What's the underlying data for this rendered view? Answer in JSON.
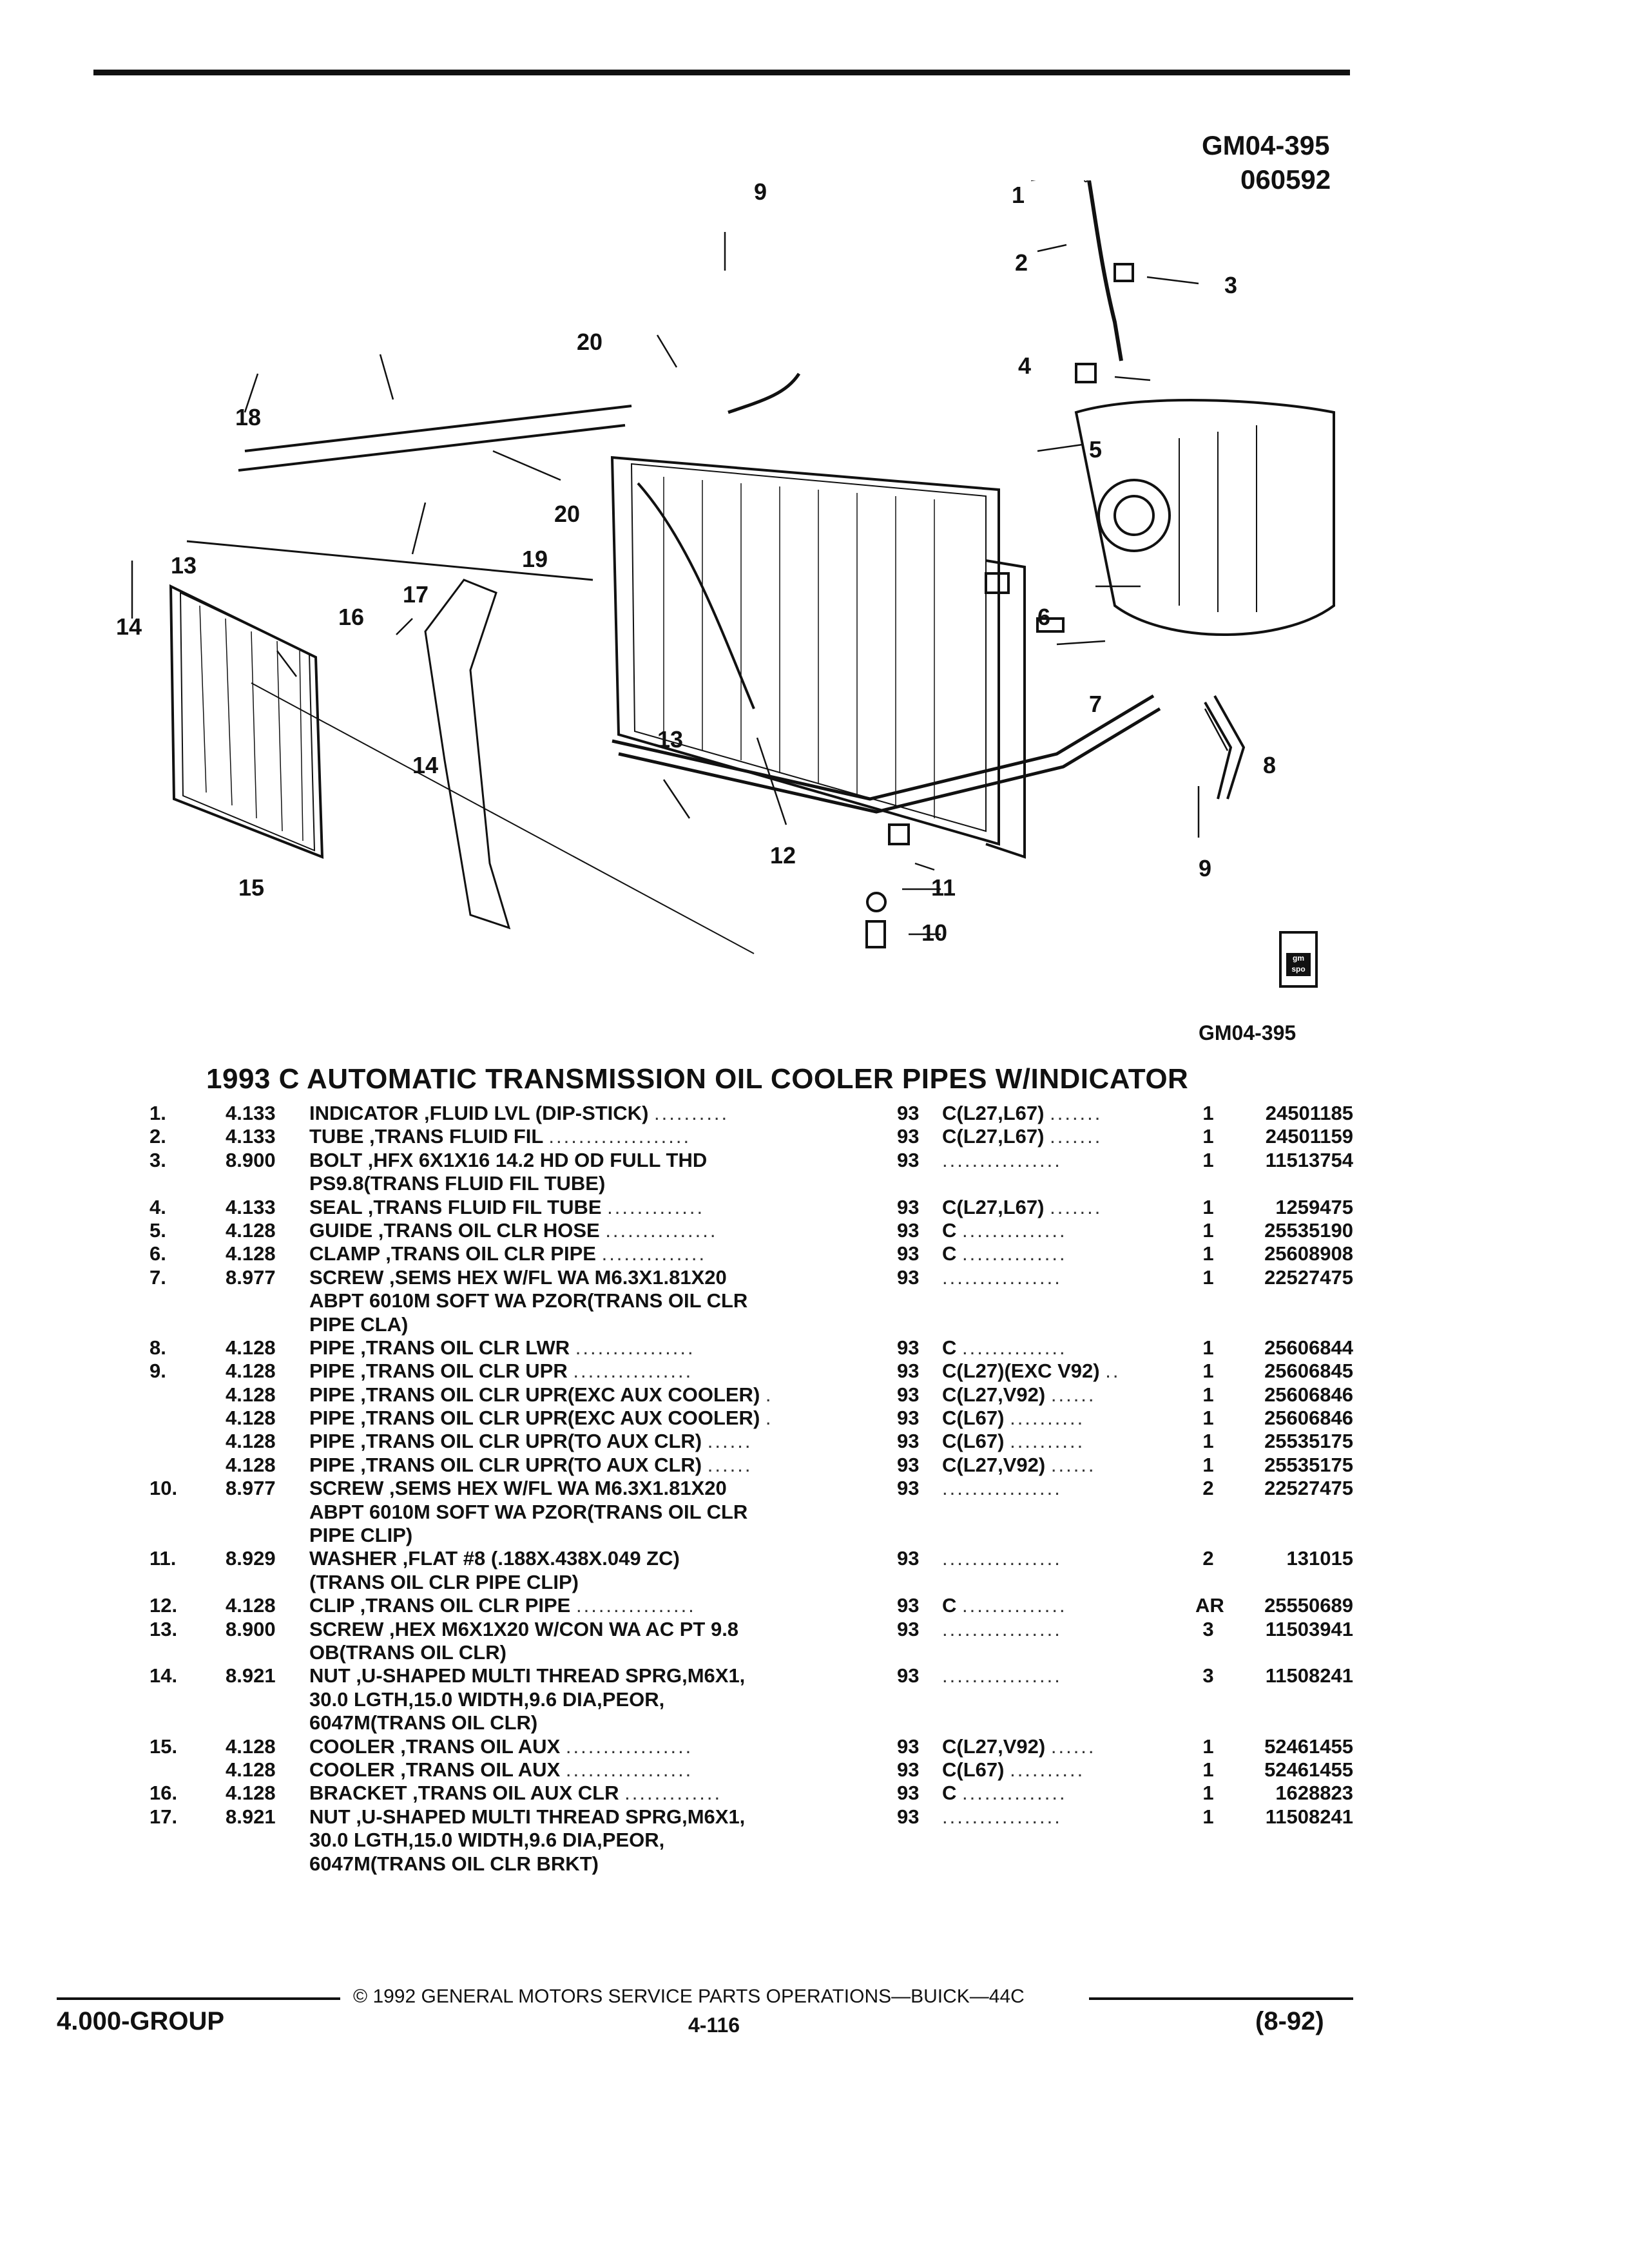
{
  "header": {
    "illustration_code": "GM04-395",
    "illustration_date": "060592",
    "illustration_code_bottom": "GM04-395",
    "stamp_text": "gm spo"
  },
  "callouts": [
    "1",
    "2",
    "3",
    "4",
    "5",
    "6",
    "7",
    "8",
    "9",
    "9",
    "10",
    "11",
    "12",
    "13",
    "13",
    "14",
    "14",
    "15",
    "16",
    "17",
    "18",
    "19",
    "20",
    "20"
  ],
  "title": "1993 C AUTOMATIC TRANSMISSION OIL COOLER PIPES W/INDICATOR",
  "parts": [
    {
      "num": "1.",
      "group": "4.133",
      "desc": "INDICATOR ,FLUID LVL (DIP-STICK)",
      "dots": "..........",
      "year": "93",
      "usage": "C(L27,L67)",
      "udots": ".......",
      "qty": "1",
      "part": "24501185"
    },
    {
      "num": "2.",
      "group": "4.133",
      "desc": "TUBE ,TRANS FLUID FIL",
      "dots": "...................",
      "year": "93",
      "usage": "C(L27,L67)",
      "udots": ".......",
      "qty": "1",
      "part": "24501159"
    },
    {
      "num": "3.",
      "group": "8.900",
      "desc": "BOLT ,HFX 6X1X16 14.2 HD OD FULL THD",
      "dots": "",
      "year": "93",
      "usage": "",
      "udots": "................",
      "qty": "1",
      "part": "11513754"
    },
    {
      "num": "",
      "group": "",
      "desc": "PS9.8(TRANS FLUID FIL TUBE)",
      "dots": "",
      "year": "",
      "usage": "",
      "udots": "",
      "qty": "",
      "part": ""
    },
    {
      "num": "4.",
      "group": "4.133",
      "desc": "SEAL ,TRANS FLUID FIL TUBE",
      "dots": ".............",
      "year": "93",
      "usage": "C(L27,L67)",
      "udots": ".......",
      "qty": "1",
      "part": "1259475"
    },
    {
      "num": "5.",
      "group": "4.128",
      "desc": "GUIDE ,TRANS OIL CLR HOSE",
      "dots": "...............",
      "year": "93",
      "usage": "C",
      "udots": "..............",
      "qty": "1",
      "part": "25535190"
    },
    {
      "num": "6.",
      "group": "4.128",
      "desc": "CLAMP ,TRANS OIL CLR PIPE",
      "dots": "..............",
      "year": "93",
      "usage": "C",
      "udots": "..............",
      "qty": "1",
      "part": "25608908"
    },
    {
      "num": "7.",
      "group": "8.977",
      "desc": "SCREW ,SEMS HEX W/FL WA M6.3X1.81X20",
      "dots": "",
      "year": "93",
      "usage": "",
      "udots": "................",
      "qty": "1",
      "part": "22527475"
    },
    {
      "num": "",
      "group": "",
      "desc": "ABPT 6010M SOFT WA PZOR(TRANS OIL CLR",
      "dots": "",
      "year": "",
      "usage": "",
      "udots": "",
      "qty": "",
      "part": ""
    },
    {
      "num": "",
      "group": "",
      "desc": "PIPE CLA)",
      "dots": "",
      "year": "",
      "usage": "",
      "udots": "",
      "qty": "",
      "part": ""
    },
    {
      "num": "8.",
      "group": "4.128",
      "desc": "PIPE ,TRANS OIL CLR LWR",
      "dots": "................",
      "year": "93",
      "usage": "C",
      "udots": "..............",
      "qty": "1",
      "part": "25606844"
    },
    {
      "num": "9.",
      "group": "4.128",
      "desc": "PIPE ,TRANS OIL CLR UPR",
      "dots": "................",
      "year": "93",
      "usage": "C(L27)(EXC V92)",
      "udots": "..",
      "qty": "1",
      "part": "25606845"
    },
    {
      "num": "",
      "group": "4.128",
      "desc": "PIPE ,TRANS OIL CLR UPR(EXC AUX COOLER)",
      "dots": ".",
      "year": "93",
      "usage": "C(L27,V92)",
      "udots": "......",
      "qty": "1",
      "part": "25606846"
    },
    {
      "num": "",
      "group": "4.128",
      "desc": "PIPE ,TRANS OIL CLR UPR(EXC AUX COOLER)",
      "dots": ".",
      "year": "93",
      "usage": "C(L67)",
      "udots": "..........",
      "qty": "1",
      "part": "25606846"
    },
    {
      "num": "",
      "group": "4.128",
      "desc": "PIPE ,TRANS OIL CLR UPR(TO AUX CLR)",
      "dots": "......",
      "year": "93",
      "usage": "C(L67)",
      "udots": "..........",
      "qty": "1",
      "part": "25535175"
    },
    {
      "num": "",
      "group": "4.128",
      "desc": "PIPE ,TRANS OIL CLR UPR(TO AUX CLR)",
      "dots": "......",
      "year": "93",
      "usage": "C(L27,V92)",
      "udots": "......",
      "qty": "1",
      "part": "25535175"
    },
    {
      "num": "10.",
      "group": "8.977",
      "desc": "SCREW ,SEMS HEX W/FL WA M6.3X1.81X20",
      "dots": "",
      "year": "93",
      "usage": "",
      "udots": "................",
      "qty": "2",
      "part": "22527475"
    },
    {
      "num": "",
      "group": "",
      "desc": "ABPT 6010M SOFT WA PZOR(TRANS OIL CLR",
      "dots": "",
      "year": "",
      "usage": "",
      "udots": "",
      "qty": "",
      "part": ""
    },
    {
      "num": "",
      "group": "",
      "desc": "PIPE CLIP)",
      "dots": "",
      "year": "",
      "usage": "",
      "udots": "",
      "qty": "",
      "part": ""
    },
    {
      "num": "11.",
      "group": "8.929",
      "desc": "WASHER ,FLAT #8 (.188X.438X.049 ZC)",
      "dots": "",
      "year": "93",
      "usage": "",
      "udots": "................",
      "qty": "2",
      "part": "131015"
    },
    {
      "num": "",
      "group": "",
      "desc": "(TRANS OIL CLR PIPE CLIP)",
      "dots": "",
      "year": "",
      "usage": "",
      "udots": "",
      "qty": "",
      "part": ""
    },
    {
      "num": "12.",
      "group": "4.128",
      "desc": "CLIP ,TRANS OIL CLR PIPE",
      "dots": "................",
      "year": "93",
      "usage": "C",
      "udots": "..............",
      "qty": "AR",
      "part": "25550689"
    },
    {
      "num": "13.",
      "group": "8.900",
      "desc": "SCREW ,HEX M6X1X20 W/CON WA AC PT 9.8",
      "dots": "",
      "year": "93",
      "usage": "",
      "udots": "................",
      "qty": "3",
      "part": "11503941"
    },
    {
      "num": "",
      "group": "",
      "desc": "OB(TRANS OIL CLR)",
      "dots": "",
      "year": "",
      "usage": "",
      "udots": "",
      "qty": "",
      "part": ""
    },
    {
      "num": "14.",
      "group": "8.921",
      "desc": "NUT ,U-SHAPED MULTI THREAD SPRG,M6X1,",
      "dots": "",
      "year": "93",
      "usage": "",
      "udots": "................",
      "qty": "3",
      "part": "11508241"
    },
    {
      "num": "",
      "group": "",
      "desc": "30.0 LGTH,15.0 WIDTH,9.6 DIA,PEOR,",
      "dots": "",
      "year": "",
      "usage": "",
      "udots": "",
      "qty": "",
      "part": ""
    },
    {
      "num": "",
      "group": "",
      "desc": "6047M(TRANS OIL CLR)",
      "dots": "",
      "year": "",
      "usage": "",
      "udots": "",
      "qty": "",
      "part": ""
    },
    {
      "num": "15.",
      "group": "4.128",
      "desc": "COOLER ,TRANS OIL AUX",
      "dots": ".................",
      "year": "93",
      "usage": "C(L27,V92)",
      "udots": "......",
      "qty": "1",
      "part": "52461455"
    },
    {
      "num": "",
      "group": "4.128",
      "desc": "COOLER ,TRANS OIL AUX",
      "dots": ".................",
      "year": "93",
      "usage": "C(L67)",
      "udots": "..........",
      "qty": "1",
      "part": "52461455"
    },
    {
      "num": "16.",
      "group": "4.128",
      "desc": "BRACKET ,TRANS OIL AUX CLR",
      "dots": ".............",
      "year": "93",
      "usage": "C",
      "udots": "..............",
      "qty": "1",
      "part": "1628823"
    },
    {
      "num": "17.",
      "group": "8.921",
      "desc": "NUT ,U-SHAPED MULTI THREAD SPRG,M6X1,",
      "dots": "",
      "year": "93",
      "usage": "",
      "udots": "................",
      "qty": "1",
      "part": "11508241"
    },
    {
      "num": "",
      "group": "",
      "desc": "30.0 LGTH,15.0 WIDTH,9.6 DIA,PEOR,",
      "dots": "",
      "year": "",
      "usage": "",
      "udots": "",
      "qty": "",
      "part": ""
    },
    {
      "num": "",
      "group": "",
      "desc": "6047M(TRANS OIL CLR BRKT)",
      "dots": "",
      "year": "",
      "usage": "",
      "udots": "",
      "qty": "",
      "part": ""
    }
  ],
  "footer": {
    "copyright": "©  1992  GENERAL MOTORS SERVICE PARTS OPERATIONS—BUICK—44C",
    "group": "4.000-GROUP",
    "page": "4-116",
    "date": "(8-92)"
  }
}
